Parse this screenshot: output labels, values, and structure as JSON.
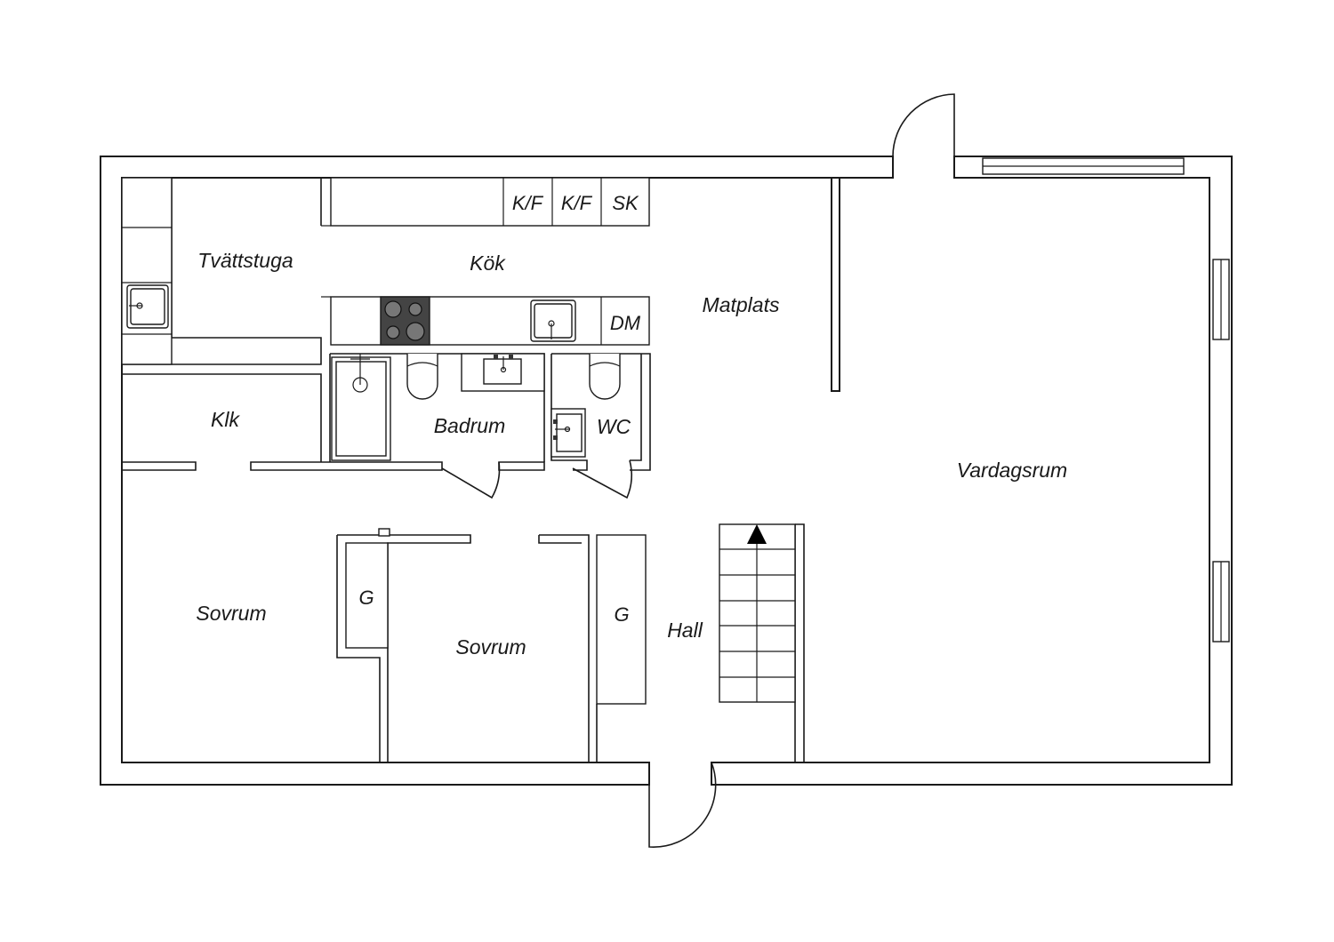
{
  "rooms": {
    "laundry": "Tvättstuga",
    "kitchen": "Kök",
    "dining": "Matplats",
    "living": "Vardagsrum",
    "closet": "Klk",
    "bathroom": "Badrum",
    "wc": "WC",
    "bedroom_1": "Sovrum",
    "bedroom_2": "Sovrum",
    "hall": "Hall"
  },
  "fixtures": {
    "fridge_freezer_1": "K/F",
    "fridge_freezer_2": "K/F",
    "cabinet": "SK",
    "dishwasher": "DM",
    "wardrobe_1": "G",
    "wardrobe_2": "G"
  },
  "colors": {
    "line": "#1a1a1a",
    "stove": "#444444",
    "background": "#ffffff"
  },
  "icons": [
    "stairs-arrow-icon",
    "sink-icon",
    "toilet-icon",
    "bathtub-icon",
    "stove-icon"
  ]
}
